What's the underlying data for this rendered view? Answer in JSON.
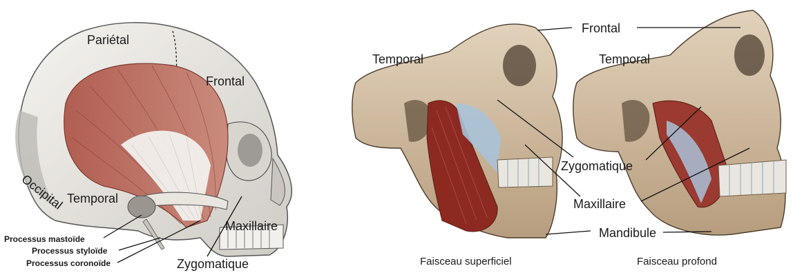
{
  "left_panel": {
    "labels": {
      "parietal": "Pariétal",
      "frontal": "Frontal",
      "occipital": "Occipital",
      "temporal": "Temporal",
      "maxillaire": "Maxillaire",
      "zygomatique": "Zygomatique",
      "processus_mastoide": "Processus mastoïde",
      "processus_styloide": "Processus styloïde",
      "processus_coronoide": "Processus coronoïde"
    }
  },
  "right_panel": {
    "labels": {
      "frontal": "Frontal",
      "temporal_left": "Temporal",
      "temporal_right": "Temporal",
      "zygomatique": "Zygomatique",
      "maxillaire": "Maxillaire",
      "mandibule": "Mandibule"
    },
    "captions": {
      "superficiel": "Faisceau superficiel",
      "profond": "Faisceau profond"
    }
  },
  "colors": {
    "bone_light": "#efece6",
    "bone_shadow": "#8e8c88",
    "skull_right": "#d8c4a8",
    "muscle": "#b86a5c",
    "muscle_dark": "#8c2a22",
    "tendon": "#f4f4f2",
    "fascia_blue": "#a9c2d8"
  }
}
